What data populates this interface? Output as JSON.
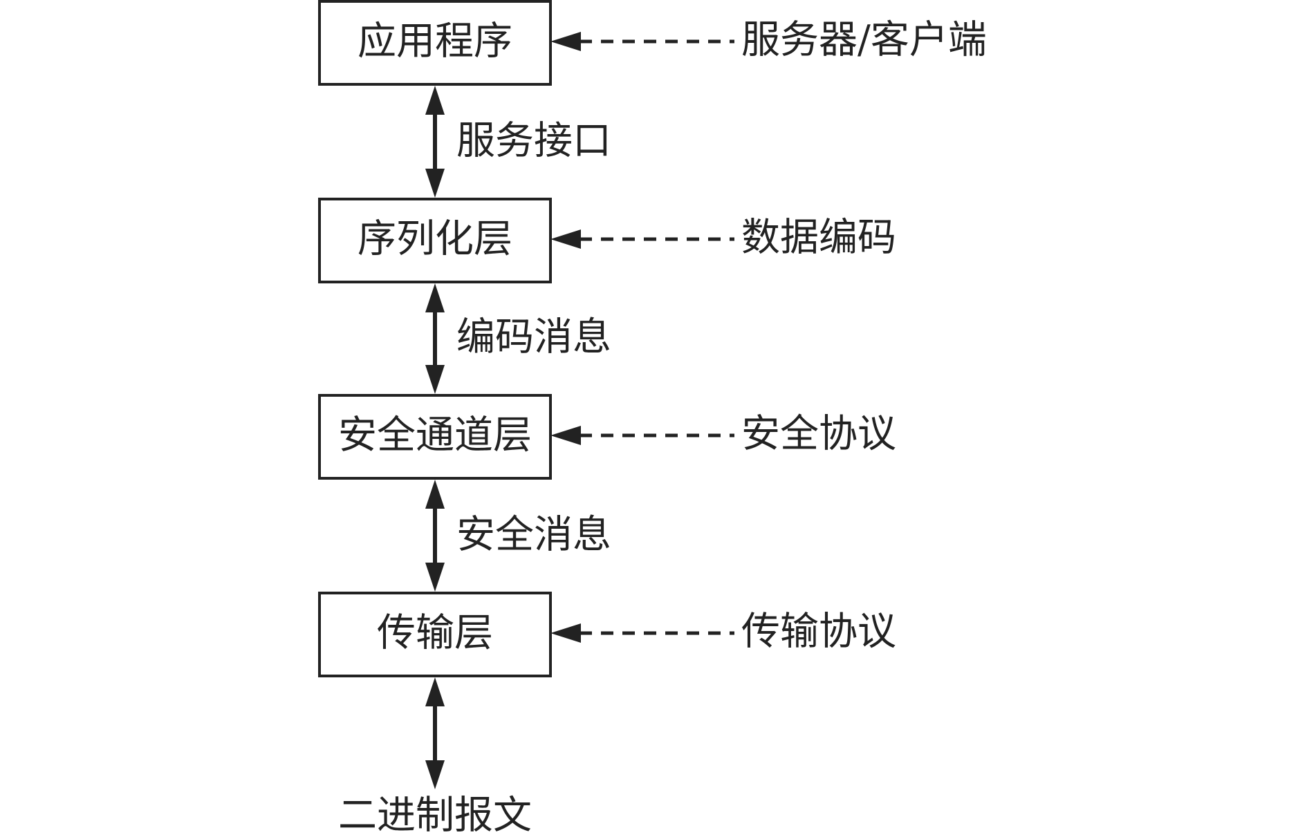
{
  "diagram": {
    "layers": [
      {
        "label": "应用程序",
        "protocol": "服务器/客户端"
      },
      {
        "label": "序列化层",
        "protocol": "数据编码"
      },
      {
        "label": "安全通道层",
        "protocol": "安全协议"
      },
      {
        "label": "传输层",
        "protocol": "传输协议"
      }
    ],
    "links": [
      {
        "label": "服务接口"
      },
      {
        "label": "编码消息"
      },
      {
        "label": "安全消息"
      }
    ],
    "bottom_label": "二进制报文"
  }
}
